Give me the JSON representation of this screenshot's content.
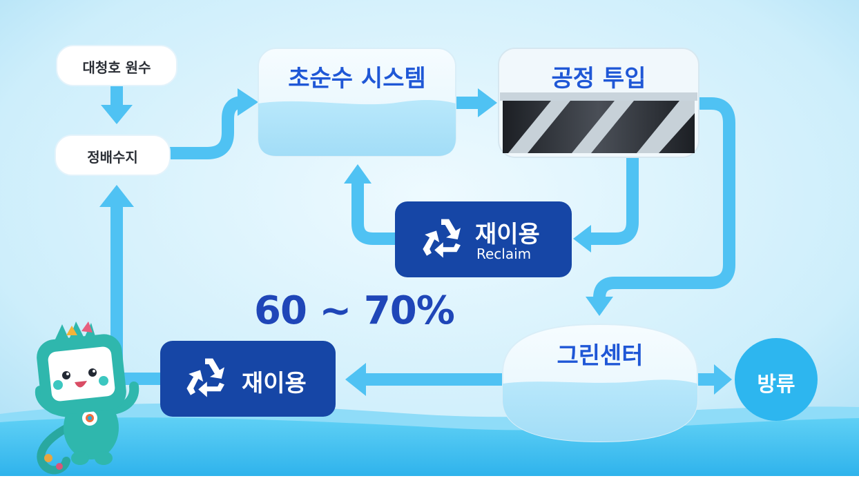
{
  "nodes": {
    "raw_water": "대청호 원수",
    "purified_reservoir": "정배수지",
    "ultrapure_system": "초순수 시스템",
    "process_input": "공정 투입",
    "reuse_reclaim": "재이용",
    "reuse_reclaim_sub": "Reclaim",
    "green_center": "그린센터",
    "discharge": "방류",
    "reuse_bottom": "재이용"
  },
  "reuse_rate": "60 ~ 70%",
  "colors": {
    "background": "#d6f0fb",
    "arrow": "#4fc2f3",
    "water": "#55c8f1",
    "navy": "#1646a6",
    "title_blue": "#1f57d6"
  }
}
